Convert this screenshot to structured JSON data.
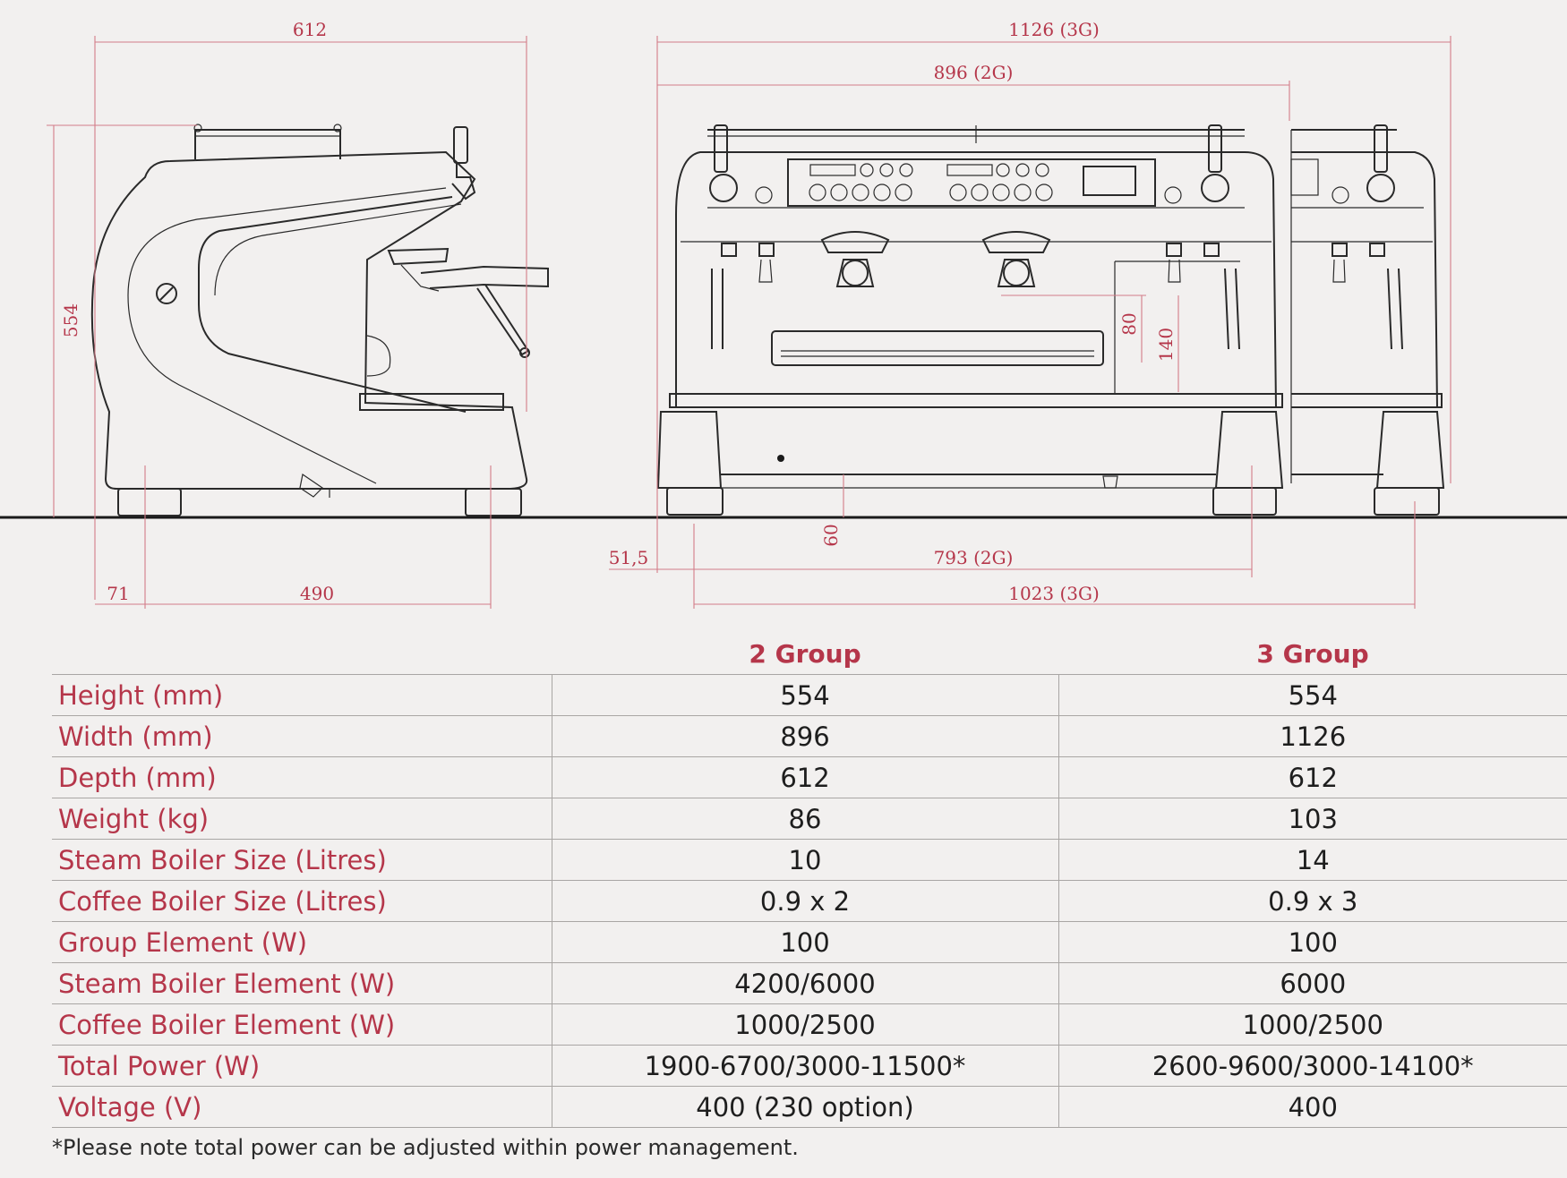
{
  "drawing": {
    "dims": {
      "side_depth": "612",
      "side_height": "554",
      "side_foot_offset": "71",
      "side_foot_span": "490",
      "width_3g": "1126 (3G)",
      "width_2g": "896 (2G)",
      "front_offset": "51,5",
      "base_height": "60",
      "foot_span_2g": "793 (2G)",
      "foot_span_3g": "1023 (3G)",
      "cup_height_low": "80",
      "cup_height_high": "140"
    }
  },
  "table": {
    "columns": [
      "2 Group",
      "3 Group"
    ],
    "rows": [
      {
        "label": "Height (mm)",
        "g2": "554",
        "g3": "554"
      },
      {
        "label": "Width (mm)",
        "g2": "896",
        "g3": "1126"
      },
      {
        "label": "Depth (mm)",
        "g2": "612",
        "g3": "612"
      },
      {
        "label": "Weight (kg)",
        "g2": "86",
        "g3": "103"
      },
      {
        "label": "Steam Boiler Size (Litres)",
        "g2": "10",
        "g3": "14"
      },
      {
        "label": "Coffee Boiler Size (Litres)",
        "g2": "0.9 x 2",
        "g3": "0.9 x 3"
      },
      {
        "label": "Group Element (W)",
        "g2": "100",
        "g3": "100"
      },
      {
        "label": "Steam Boiler Element (W)",
        "g2": "4200/6000",
        "g3": "6000"
      },
      {
        "label": "Coffee Boiler Element (W)",
        "g2": "1000/2500",
        "g3": "1000/2500"
      },
      {
        "label": "Total Power (W)",
        "g2": "1900-6700/3000-11500*",
        "g3": "2600-9600/3000-14100*"
      },
      {
        "label": "Voltage (V)",
        "g2": "400 (230 option)",
        "g3": "400"
      }
    ]
  },
  "footnote": "*Please note total power can be adjusted within power management.",
  "colors": {
    "accent": "#b5364a",
    "background": "#f2f0ef",
    "line": "#2a2a2a",
    "dimension": "#d37c88"
  }
}
